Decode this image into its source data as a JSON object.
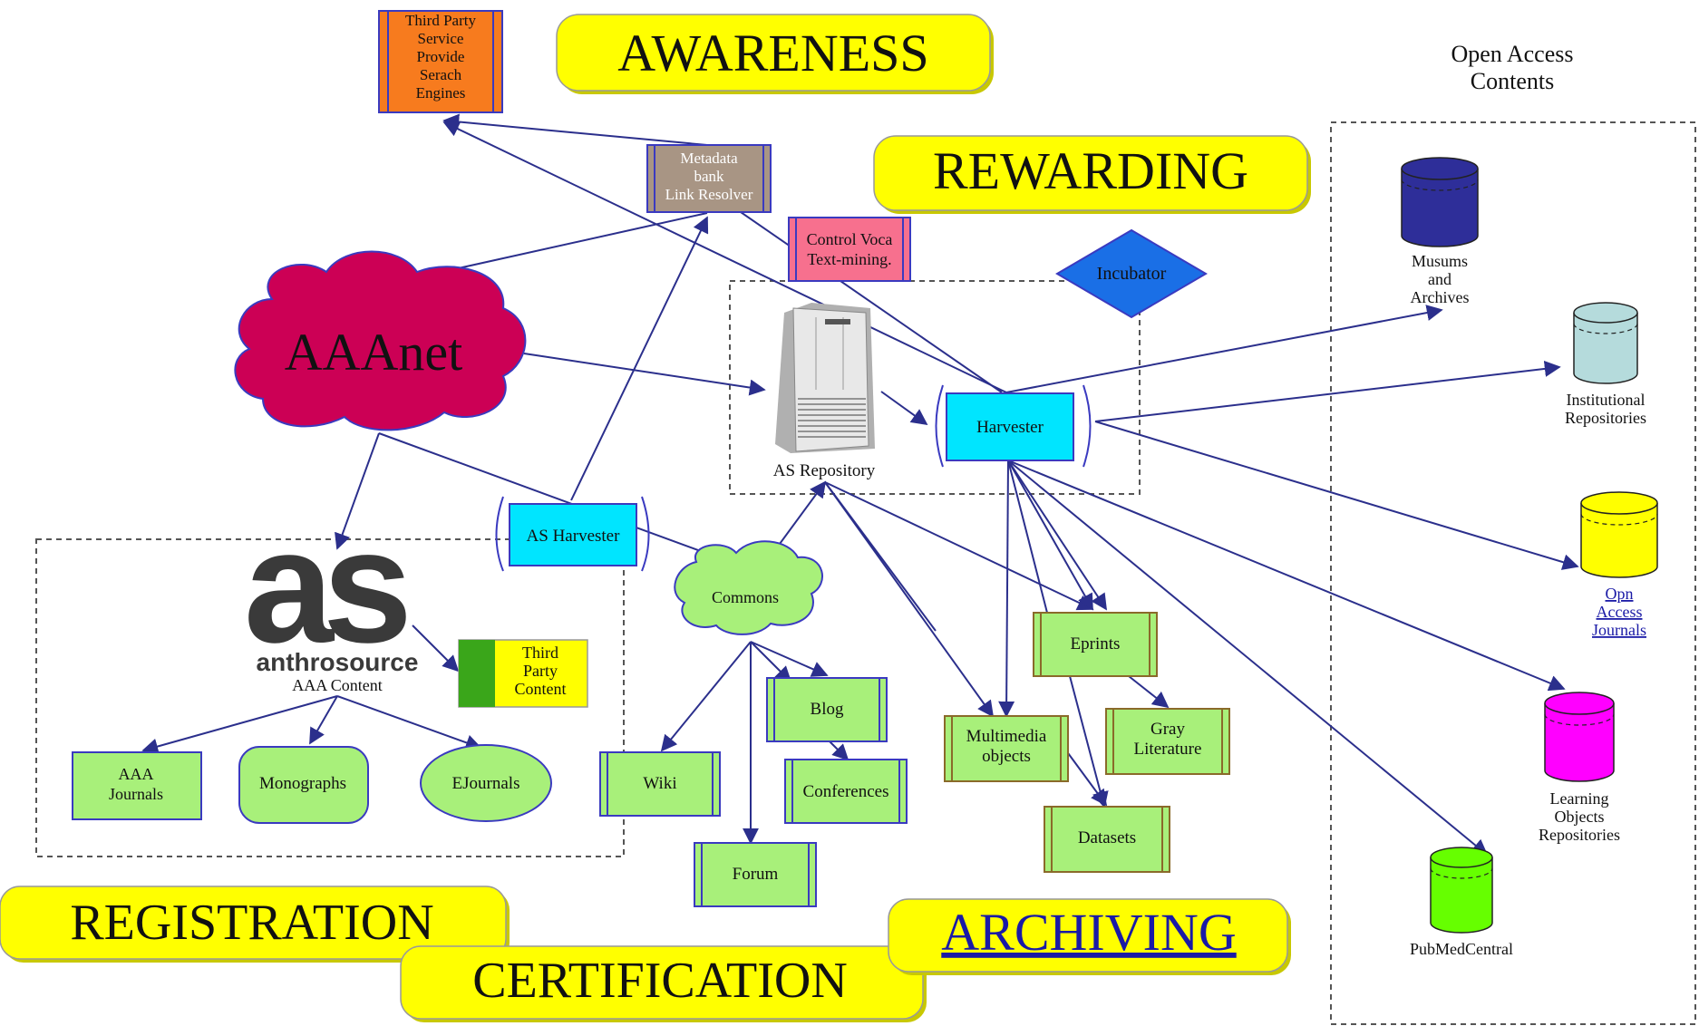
{
  "banners": {
    "awareness": "AWARENESS",
    "rewarding": "REWARDING",
    "registration": "REGISTRATION",
    "certification": "CERTIFICATION",
    "archiving": "ARCHIVING"
  },
  "nodes": {
    "third_party_service": [
      "Third Party",
      "Service",
      "Provide",
      "Serach",
      "Engines"
    ],
    "metadata_bank": [
      "Metadata",
      "bank",
      "Link Resolver"
    ],
    "control_voca": [
      "Control Voca",
      "Text-mining."
    ],
    "incubator": "Incubator",
    "aaanet": "AAAnet",
    "as_repository": "AS Repository",
    "harvester": "Harvester",
    "as_harvester": "AS Harvester",
    "commons": "Commons",
    "anthrosource_logo": "as",
    "anthrosource_word": "anthrosource",
    "aaa_content": "AAA Content",
    "third_party_content": [
      "Third",
      "Party",
      "Content"
    ],
    "aaa_journals": [
      "AAA",
      "Journals"
    ],
    "monographs": "Monographs",
    "ejournals": "EJournals",
    "wiki": "Wiki",
    "blog": "Blog",
    "conferences": "Conferences",
    "forum": "Forum",
    "eprints": "Eprints",
    "multimedia_objects": [
      "Multimedia",
      "objects"
    ],
    "gray_literature": [
      "Gray",
      "Literature"
    ],
    "datasets": "Datasets"
  },
  "open_access": {
    "title": [
      "Open Access",
      "Contents"
    ],
    "museums": [
      "Musums",
      "and",
      "Archives"
    ],
    "institutional": [
      "Institutional",
      "Repositories"
    ],
    "oa_journals": [
      "Opn",
      "Access",
      "Journals"
    ],
    "learning_objects": [
      "Learning",
      "Objects",
      "Repositories"
    ],
    "pubmed": "PubMedCentral"
  },
  "colors": {
    "banner_yellow": "#ffff00",
    "green_box": "#a8f07a",
    "cyan_box": "#00e5ff",
    "orange_box": "#f77b1e",
    "taupe_box": "#a89584",
    "pink_box": "#f7708e",
    "aaanet_cloud": "#cc0055",
    "incubator": "#1a6fe6",
    "edge": "#2b2f8c",
    "cyl_navy": "#2e2e99",
    "cyl_lightblue": "#b5dbdc",
    "cyl_yellow": "#ffff00",
    "cyl_magenta": "#ff00ff",
    "cyl_green": "#66ff00"
  }
}
